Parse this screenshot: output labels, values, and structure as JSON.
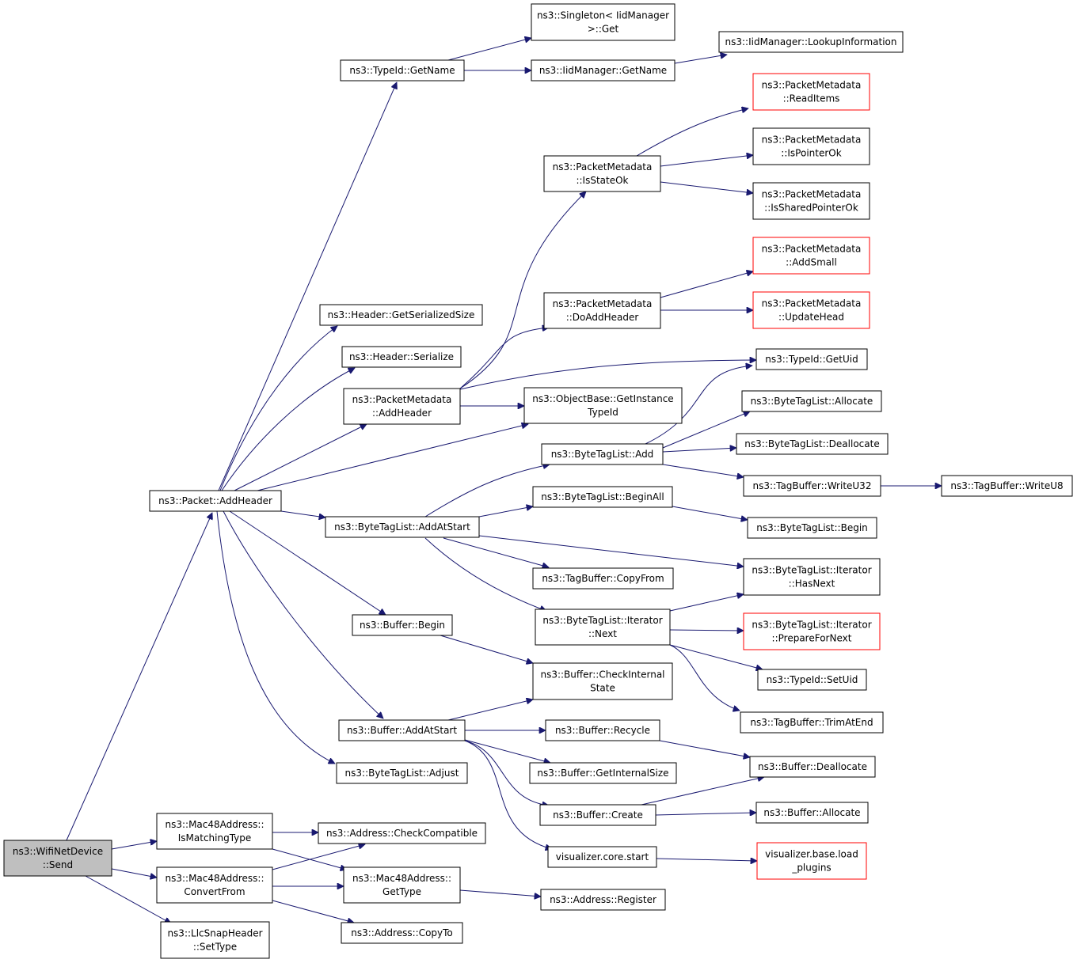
{
  "nodes": [
    {
      "id": "send",
      "lines": [
        "ns3::WifiNetDevice",
        "::Send"
      ],
      "style": "root"
    },
    {
      "id": "pkt_addheader",
      "lines": [
        "ns3::Packet::AddHeader"
      ],
      "style": "normal"
    },
    {
      "id": "mac_ismatching",
      "lines": [
        "ns3::Mac48Address::",
        "IsMatchingType"
      ],
      "style": "normal"
    },
    {
      "id": "mac_convertfrom",
      "lines": [
        "ns3::Mac48Address::",
        "ConvertFrom"
      ],
      "style": "normal"
    },
    {
      "id": "llc_settype",
      "lines": [
        "ns3::LlcSnapHeader",
        "::SetType"
      ],
      "style": "normal"
    },
    {
      "id": "typeid_getname",
      "lines": [
        "ns3::TypeId::GetName"
      ],
      "style": "normal"
    },
    {
      "id": "header_getsersize",
      "lines": [
        "ns3::Header::GetSerializedSize"
      ],
      "style": "normal"
    },
    {
      "id": "header_serialize",
      "lines": [
        "ns3::Header::Serialize"
      ],
      "style": "normal"
    },
    {
      "id": "pm_addheader",
      "lines": [
        "ns3::PacketMetadata",
        "::AddHeader"
      ],
      "style": "normal"
    },
    {
      "id": "btl_addatstart",
      "lines": [
        "ns3::ByteTagList::AddAtStart"
      ],
      "style": "normal"
    },
    {
      "id": "buf_begin",
      "lines": [
        "ns3::Buffer::Begin"
      ],
      "style": "normal"
    },
    {
      "id": "buf_addatstart",
      "lines": [
        "ns3::Buffer::AddAtStart"
      ],
      "style": "normal"
    },
    {
      "id": "btl_adjust",
      "lines": [
        "ns3::ByteTagList::Adjust"
      ],
      "style": "normal"
    },
    {
      "id": "addr_checkcompat",
      "lines": [
        "ns3::Address::CheckCompatible"
      ],
      "style": "normal"
    },
    {
      "id": "mac_gettype",
      "lines": [
        "ns3::Mac48Address::",
        "GetType"
      ],
      "style": "normal"
    },
    {
      "id": "addr_copyto",
      "lines": [
        "ns3::Address::CopyTo"
      ],
      "style": "normal"
    },
    {
      "id": "singleton_get",
      "lines": [
        "ns3::Singleton< IidManager",
        ">::Get"
      ],
      "style": "normal"
    },
    {
      "id": "iid_getname",
      "lines": [
        "ns3::IidManager::GetName"
      ],
      "style": "normal"
    },
    {
      "id": "pm_isstateok",
      "lines": [
        "ns3::PacketMetadata",
        "::IsStateOk"
      ],
      "style": "normal"
    },
    {
      "id": "pm_doaddheader",
      "lines": [
        "ns3::PacketMetadata",
        "::DoAddHeader"
      ],
      "style": "normal"
    },
    {
      "id": "ob_getinstancetypeid",
      "lines": [
        "ns3::ObjectBase::GetInstance",
        "TypeId"
      ],
      "style": "normal"
    },
    {
      "id": "btl_add",
      "lines": [
        "ns3::ByteTagList::Add"
      ],
      "style": "normal"
    },
    {
      "id": "btl_beginall",
      "lines": [
        "ns3::ByteTagList::BeginAll"
      ],
      "style": "normal"
    },
    {
      "id": "tb_copyfrom",
      "lines": [
        "ns3::TagBuffer::CopyFrom"
      ],
      "style": "normal"
    },
    {
      "id": "btli_next",
      "lines": [
        "ns3::ByteTagList::Iterator",
        "::Next"
      ],
      "style": "normal"
    },
    {
      "id": "buf_checkinternal",
      "lines": [
        "ns3::Buffer::CheckInternal",
        "State"
      ],
      "style": "normal"
    },
    {
      "id": "buf_recycle",
      "lines": [
        "ns3::Buffer::Recycle"
      ],
      "style": "normal"
    },
    {
      "id": "buf_getinternalsize",
      "lines": [
        "ns3::Buffer::GetInternalSize"
      ],
      "style": "normal"
    },
    {
      "id": "buf_create",
      "lines": [
        "ns3::Buffer::Create"
      ],
      "style": "normal"
    },
    {
      "id": "vis_core_start",
      "lines": [
        "visualizer.core.start"
      ],
      "style": "normal"
    },
    {
      "id": "addr_register",
      "lines": [
        "ns3::Address::Register"
      ],
      "style": "normal"
    },
    {
      "id": "iid_lookupinfo",
      "lines": [
        "ns3::IidManager::LookupInformation"
      ],
      "style": "normal"
    },
    {
      "id": "pm_readitems",
      "lines": [
        "ns3::PacketMetadata",
        "::ReadItems"
      ],
      "style": "truncated"
    },
    {
      "id": "pm_ispointerok",
      "lines": [
        "ns3::PacketMetadata",
        "::IsPointerOk"
      ],
      "style": "normal"
    },
    {
      "id": "pm_issharedpointerok",
      "lines": [
        "ns3::PacketMetadata",
        "::IsSharedPointerOk"
      ],
      "style": "normal"
    },
    {
      "id": "pm_addsmall",
      "lines": [
        "ns3::PacketMetadata",
        "::AddSmall"
      ],
      "style": "truncated"
    },
    {
      "id": "pm_updatehead",
      "lines": [
        "ns3::PacketMetadata",
        "::UpdateHead"
      ],
      "style": "truncated"
    },
    {
      "id": "typeid_getuid",
      "lines": [
        "ns3::TypeId::GetUid"
      ],
      "style": "normal"
    },
    {
      "id": "btl_allocate",
      "lines": [
        "ns3::ByteTagList::Allocate"
      ],
      "style": "normal"
    },
    {
      "id": "btl_deallocate",
      "lines": [
        "ns3::ByteTagList::Deallocate"
      ],
      "style": "normal"
    },
    {
      "id": "tb_writeu32",
      "lines": [
        "ns3::TagBuffer::WriteU32"
      ],
      "style": "normal"
    },
    {
      "id": "btl_begin",
      "lines": [
        "ns3::ByteTagList::Begin"
      ],
      "style": "normal"
    },
    {
      "id": "btli_hasnext",
      "lines": [
        "ns3::ByteTagList::Iterator",
        "::HasNext"
      ],
      "style": "normal"
    },
    {
      "id": "btli_prepare",
      "lines": [
        "ns3::ByteTagList::Iterator",
        "::PrepareForNext"
      ],
      "style": "truncated"
    },
    {
      "id": "typeid_setuid",
      "lines": [
        "ns3::TypeId::SetUid"
      ],
      "style": "normal"
    },
    {
      "id": "tb_trimatend",
      "lines": [
        "ns3::TagBuffer::TrimAtEnd"
      ],
      "style": "normal"
    },
    {
      "id": "buf_deallocate",
      "lines": [
        "ns3::Buffer::Deallocate"
      ],
      "style": "normal"
    },
    {
      "id": "buf_allocate",
      "lines": [
        "ns3::Buffer::Allocate"
      ],
      "style": "normal"
    },
    {
      "id": "vis_base_load",
      "lines": [
        "visualizer.base.load",
        "_plugins"
      ],
      "style": "truncated"
    },
    {
      "id": "tb_writeu8",
      "lines": [
        "ns3::TagBuffer::WriteU8"
      ],
      "style": "normal"
    }
  ],
  "edges": [
    [
      "send",
      "pkt_addheader"
    ],
    [
      "send",
      "mac_ismatching"
    ],
    [
      "send",
      "mac_convertfrom"
    ],
    [
      "send",
      "llc_settype"
    ],
    [
      "pkt_addheader",
      "typeid_getname"
    ],
    [
      "pkt_addheader",
      "header_getsersize"
    ],
    [
      "pkt_addheader",
      "header_serialize"
    ],
    [
      "pkt_addheader",
      "pm_addheader"
    ],
    [
      "pkt_addheader",
      "ob_getinstancetypeid"
    ],
    [
      "pkt_addheader",
      "btl_addatstart"
    ],
    [
      "pkt_addheader",
      "buf_begin"
    ],
    [
      "pkt_addheader",
      "buf_addatstart"
    ],
    [
      "pkt_addheader",
      "btl_adjust"
    ],
    [
      "mac_ismatching",
      "addr_checkcompat"
    ],
    [
      "mac_ismatching",
      "mac_gettype"
    ],
    [
      "mac_convertfrom",
      "addr_checkcompat"
    ],
    [
      "mac_convertfrom",
      "mac_gettype"
    ],
    [
      "mac_convertfrom",
      "addr_copyto"
    ],
    [
      "mac_gettype",
      "addr_register"
    ],
    [
      "typeid_getname",
      "singleton_get"
    ],
    [
      "typeid_getname",
      "iid_getname"
    ],
    [
      "iid_getname",
      "iid_lookupinfo"
    ],
    [
      "pm_addheader",
      "pm_isstateok"
    ],
    [
      "pm_addheader",
      "pm_doaddheader"
    ],
    [
      "pm_addheader",
      "typeid_getuid"
    ],
    [
      "pm_addheader",
      "ob_getinstancetypeid"
    ],
    [
      "pm_isstateok",
      "pm_readitems"
    ],
    [
      "pm_isstateok",
      "pm_ispointerok"
    ],
    [
      "pm_isstateok",
      "pm_issharedpointerok"
    ],
    [
      "pm_doaddheader",
      "pm_addsmall"
    ],
    [
      "pm_doaddheader",
      "pm_updatehead"
    ],
    [
      "btl_addatstart",
      "btl_add"
    ],
    [
      "btl_addatstart",
      "btl_beginall"
    ],
    [
      "btl_addatstart",
      "tb_copyfrom"
    ],
    [
      "btl_addatstart",
      "btli_next"
    ],
    [
      "btl_addatstart",
      "btli_hasnext"
    ],
    [
      "btl_add",
      "typeid_getuid"
    ],
    [
      "btl_add",
      "btl_allocate"
    ],
    [
      "btl_add",
      "btl_deallocate"
    ],
    [
      "btl_add",
      "tb_writeu32"
    ],
    [
      "tb_writeu32",
      "tb_writeu8"
    ],
    [
      "btl_beginall",
      "btl_begin"
    ],
    [
      "btli_next",
      "btli_hasnext"
    ],
    [
      "btli_next",
      "btli_prepare"
    ],
    [
      "btli_next",
      "typeid_setuid"
    ],
    [
      "btli_next",
      "tb_trimatend"
    ],
    [
      "buf_begin",
      "buf_checkinternal"
    ],
    [
      "buf_addatstart",
      "buf_checkinternal"
    ],
    [
      "buf_addatstart",
      "buf_recycle"
    ],
    [
      "buf_addatstart",
      "buf_getinternalsize"
    ],
    [
      "buf_addatstart",
      "buf_create"
    ],
    [
      "buf_addatstart",
      "vis_core_start"
    ],
    [
      "buf_recycle",
      "buf_deallocate"
    ],
    [
      "buf_create",
      "buf_deallocate"
    ],
    [
      "buf_create",
      "buf_allocate"
    ],
    [
      "vis_core_start",
      "vis_base_load"
    ]
  ],
  "colors": {
    "edge": "#191970",
    "root_fill": "#bfbfbf",
    "node_border": "#000000",
    "truncated_border": "#ff0000"
  }
}
